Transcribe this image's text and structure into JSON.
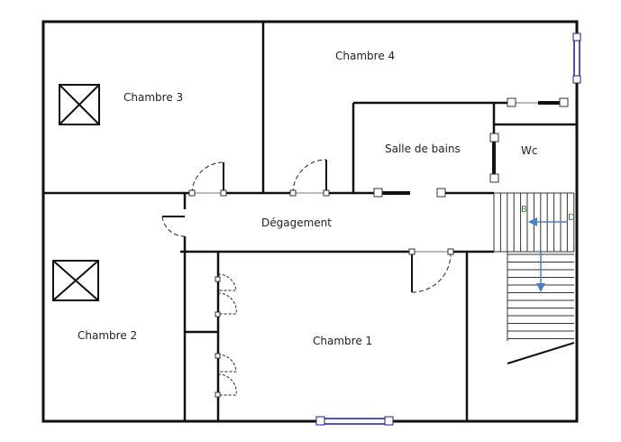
{
  "rooms": {
    "chambre4": "Chambre 4",
    "chambre3": "Chambre 3",
    "salle_de_bains": "Salle de bains",
    "wc": "Wc",
    "degagement": "Dégagement",
    "chambre2": "Chambre 2",
    "chambre1": "Chambre 1"
  },
  "stair_marks": {
    "b": "B",
    "d": "D"
  },
  "colors": {
    "wall": "#111111",
    "window": "#1a1aa0",
    "arrow": "#4a7fd0",
    "mark": "#3a7a3a"
  }
}
